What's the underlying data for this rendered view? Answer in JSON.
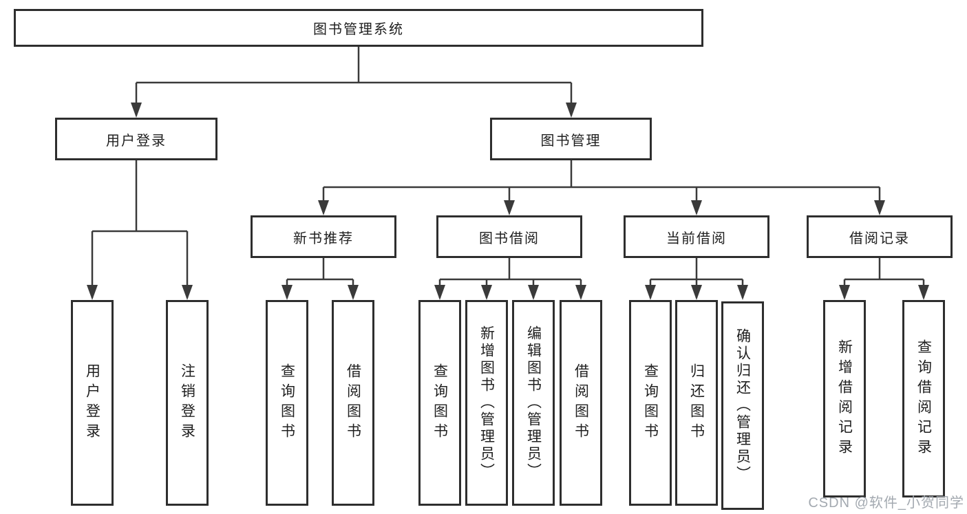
{
  "hierarchy": {
    "label": "图书管理系统",
    "children": [
      {
        "label": "用户登录",
        "children": [
          {
            "label": "用户登录"
          },
          {
            "label": "注销登录"
          }
        ]
      },
      {
        "label": "图书管理",
        "children": [
          {
            "label": "新书推荐",
            "children": [
              {
                "label": "查询图书"
              },
              {
                "label": "借阅图书"
              }
            ]
          },
          {
            "label": "图书借阅",
            "children": [
              {
                "label": "查询图书"
              },
              {
                "label": "新增图书（管理员）"
              },
              {
                "label": "编辑图书（管理员）"
              },
              {
                "label": "借阅图书"
              }
            ]
          },
          {
            "label": "当前借阅",
            "children": [
              {
                "label": "查询图书"
              },
              {
                "label": "归还图书"
              },
              {
                "label": "确认归还（管理员）"
              }
            ]
          },
          {
            "label": "借阅记录",
            "children": [
              {
                "label": "新增借阅记录"
              },
              {
                "label": "查询借阅记录"
              }
            ]
          }
        ]
      }
    ]
  },
  "watermark": {
    "text": "CSDN @软件_小贺同学"
  },
  "colors": {
    "line": "#3a3a3a",
    "border": "#2e2e2e",
    "text": "#1f1f1f",
    "background": "#ffffff",
    "watermark": "#a3a9b0"
  }
}
